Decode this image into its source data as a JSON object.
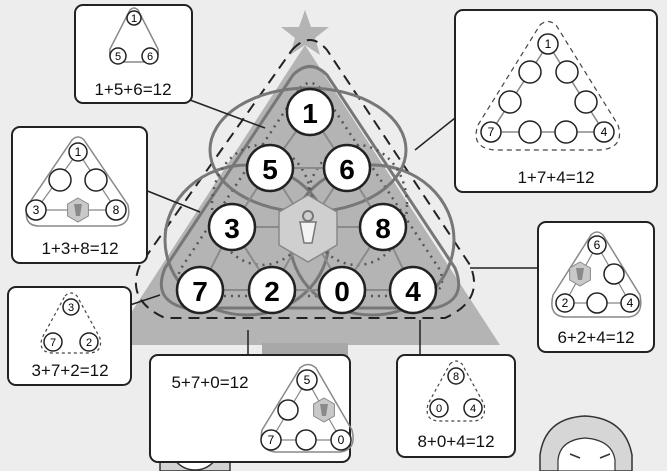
{
  "main_numbers": {
    "top": "1",
    "row2_left": "5",
    "row2_right": "6",
    "row3_left": "3",
    "row3_right": "8",
    "bottom_1": "7",
    "bottom_2": "2",
    "bottom_3": "0",
    "bottom_4": "4"
  },
  "callouts": {
    "c1": {
      "equation": "1+5+6=12",
      "n_top": "1",
      "n_left": "5",
      "n_right": "6"
    },
    "c2": {
      "equation": "1+7+4=12",
      "n_top": "1",
      "n_left": "7",
      "n_right": "4"
    },
    "c3": {
      "equation": "1+3+8=12",
      "n_top": "1",
      "n_left": "3",
      "n_right": "8"
    },
    "c4": {
      "equation": "6+2+4=12",
      "n_top": "6",
      "n_left": "2",
      "n_right": "4"
    },
    "c5": {
      "equation": "3+7+2=12",
      "n_top": "3",
      "n_left": "7",
      "n_right": "2"
    },
    "c6": {
      "equation": "5+7+0=12",
      "n_top": "5",
      "n_left": "7",
      "n_right": "0"
    },
    "c7": {
      "equation": "8+0+4=12",
      "n_top": "8",
      "n_left": "0",
      "n_right": "4"
    }
  },
  "icons": {
    "center_ornament": "trophy-icon",
    "tree_star": "star-icon"
  },
  "colors": {
    "tree": "#b4b4b4",
    "group_outline": "#777777",
    "circle_stroke": "#333333"
  }
}
